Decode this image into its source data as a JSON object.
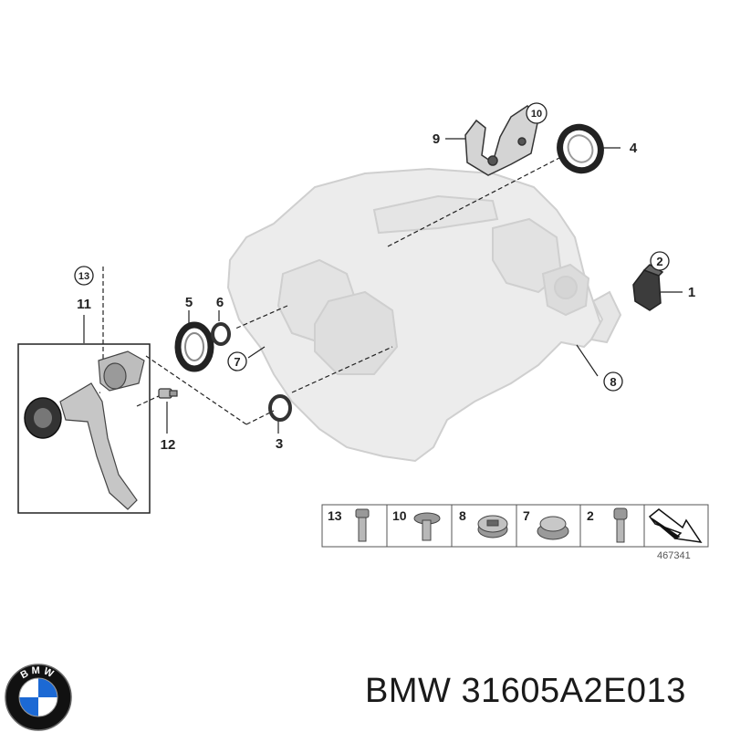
{
  "callouts": {
    "c1": "1",
    "c2": "2",
    "c3": "3",
    "c4": "4",
    "c5": "5",
    "c6": "6",
    "c7": "7",
    "c8": "8",
    "c9": "9",
    "c10": "10",
    "c11": "11",
    "c12": "12",
    "c13": "13"
  },
  "legend": {
    "items": [
      "13",
      "10",
      "8",
      "7",
      "2"
    ],
    "code": "467341"
  },
  "logo": {
    "text": "BMW",
    "colors": {
      "blue": "#1c69d4",
      "black": "#111111",
      "white": "#ffffff"
    }
  },
  "caption": {
    "brand": "BMW",
    "part_number": "31605A2E013"
  },
  "colors": {
    "housing": "#ececec",
    "housing_stroke": "#cfcfcf",
    "part_dark": "#4a4a4a",
    "line": "#222222"
  }
}
